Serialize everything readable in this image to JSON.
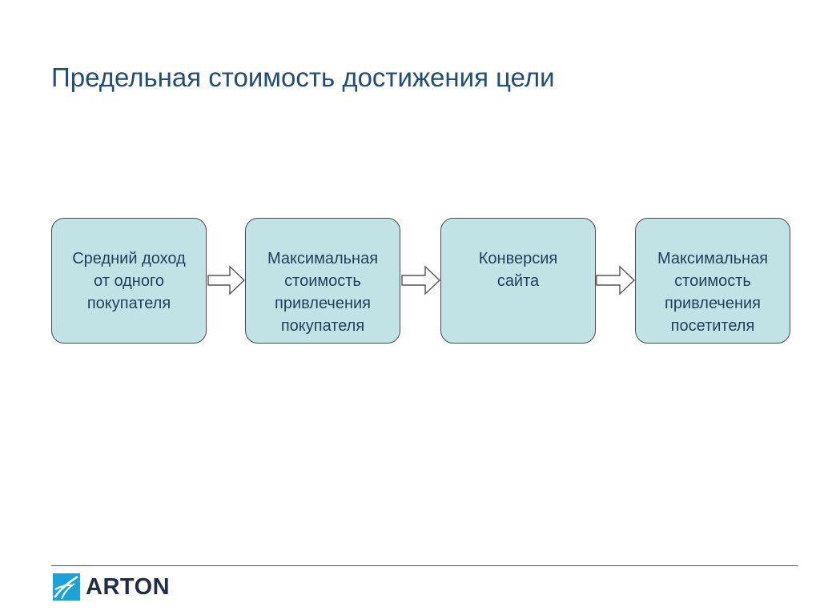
{
  "slide": {
    "title": "Предельная стоимость достижения цели"
  },
  "diagram": {
    "nodes": [
      {
        "id": "avg-income",
        "label": "Средний доход\nот одного\nпокупателя"
      },
      {
        "id": "max-buyer-cost",
        "label": "Максимальная\nстоимость\nпривлечения\nпокупателя"
      },
      {
        "id": "site-conversion",
        "label": "Конверсия\nсайта"
      },
      {
        "id": "max-visitor-cost",
        "label": "Максимальная\nстоимость\nпривлечения\nпосетителя"
      }
    ],
    "edges": [
      {
        "from": "avg-income",
        "to": "max-buyer-cost"
      },
      {
        "from": "max-buyer-cost",
        "to": "site-conversion"
      },
      {
        "from": "site-conversion",
        "to": "max-visitor-cost"
      }
    ]
  },
  "colors": {
    "box_fill": "#c2e3e5",
    "box_border": "#4a4a4a",
    "title": "#1f4e79",
    "logo_text": "#1f2d45",
    "logo_icon": "#1aa3d9"
  },
  "footer": {
    "logo_text": "ARTON",
    "logo_icon": "arton-logo-icon"
  }
}
